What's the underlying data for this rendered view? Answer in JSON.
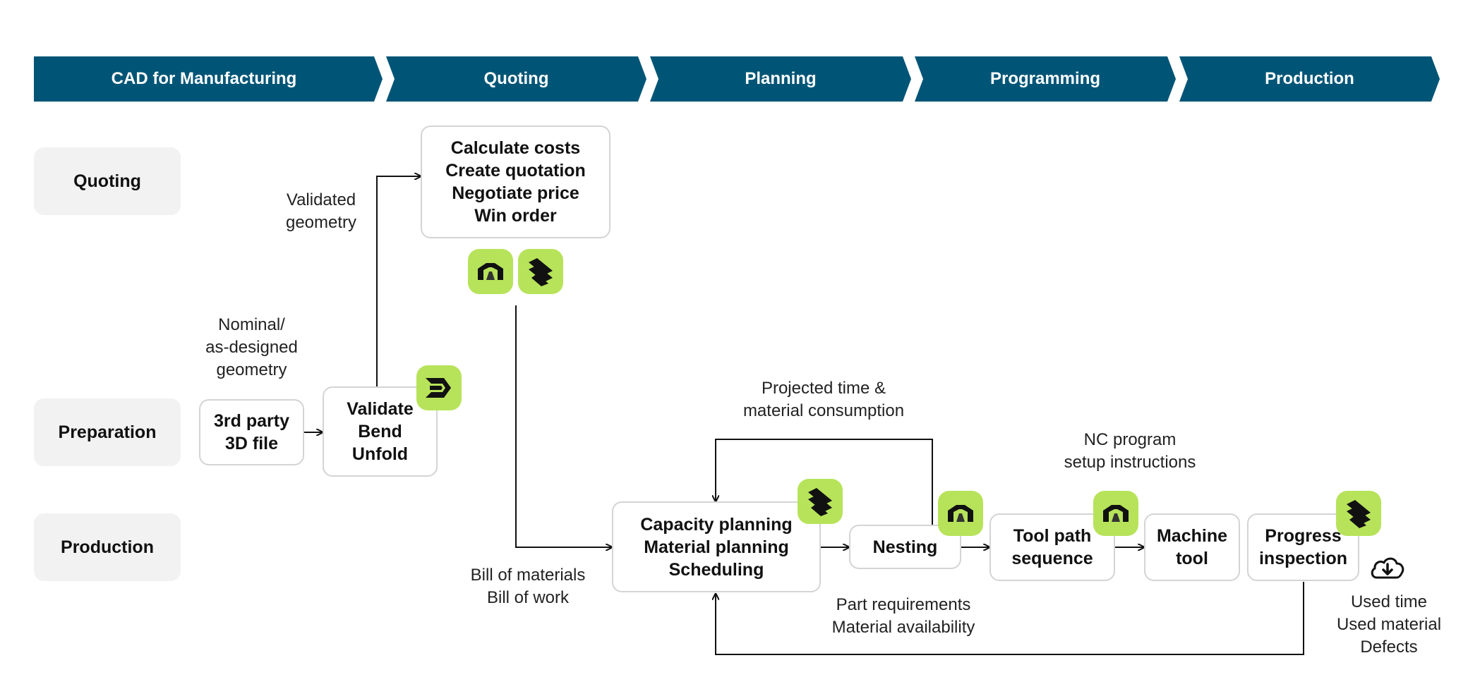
{
  "header": {
    "stages": [
      "CAD for Manufacturing",
      "Quoting",
      "Planning",
      "Programming",
      "Production"
    ],
    "color": "#005577"
  },
  "lanes": [
    "Quoting",
    "Preparation",
    "Production"
  ],
  "boxes": {
    "quote": [
      "Calculate costs",
      "Create quotation",
      "Negotiate price",
      "Win order"
    ],
    "third_party": [
      "3rd party",
      "3D file"
    ],
    "validate": [
      "Validate",
      "Bend",
      "Unfold"
    ],
    "capacity": [
      "Capacity planning",
      "Material planning",
      "Scheduling"
    ],
    "nesting": [
      "Nesting"
    ],
    "toolpath": [
      "Tool path",
      "sequence"
    ],
    "machine": [
      "Machine",
      "tool"
    ],
    "progress": [
      "Progress",
      "inspection"
    ]
  },
  "notes": {
    "validated": [
      "Validated",
      "geometry"
    ],
    "nominal": [
      "Nominal/",
      "as-designed",
      "geometry"
    ],
    "bom": [
      "Bill of materials",
      "Bill of work"
    ],
    "projected": [
      "Projected time &",
      "material consumption"
    ],
    "nc": [
      "NC program",
      "setup instructions"
    ],
    "part_req": [
      "Part requirements",
      "Material availability"
    ],
    "used": [
      "Used time",
      "Used material",
      "Defects"
    ]
  },
  "icons": {
    "badge_color": "#b7e35a",
    "quote_badges": [
      "arch-logo-icon",
      "stripes-logo-icon"
    ],
    "validate_badge": "chevron-logo-icon",
    "capacity_badge": "stripes-logo-icon",
    "nesting_badge": "arch-logo-icon",
    "toolpath_badge": "arch-logo-icon",
    "progress_badge": "stripes-logo-icon",
    "cloud": "cloud-download-icon"
  }
}
